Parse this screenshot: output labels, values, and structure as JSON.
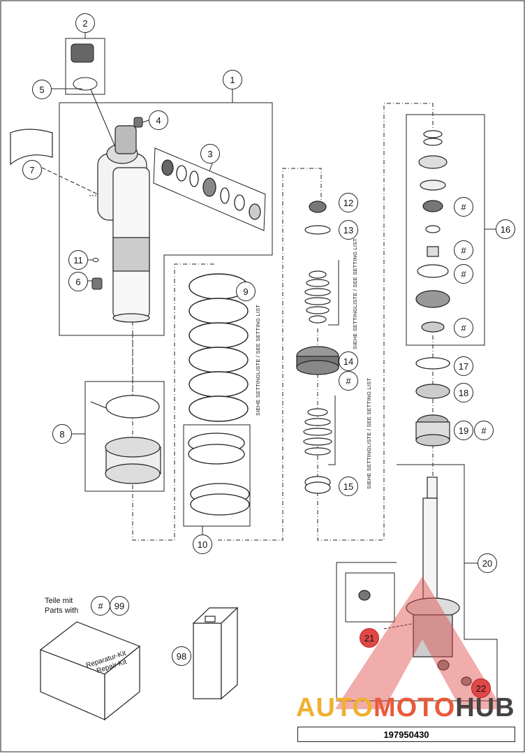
{
  "callouts": {
    "c1": "1",
    "c2": "2",
    "c3": "3",
    "c4": "4",
    "c5": "5",
    "c6": "6",
    "c7": "7",
    "c8": "8",
    "c9": "9",
    "c10": "10",
    "c11": "11",
    "c12": "12",
    "c13": "13",
    "c14": "14",
    "c15": "15",
    "c16": "16",
    "c17": "17",
    "c18": "18",
    "c19": "19",
    "c20": "20",
    "c21": "21",
    "c22": "22",
    "c98": "98",
    "c99": "99"
  },
  "hash_mark": "#",
  "setting_list_label": "SIEHE SETTINGLISTE / SEE SETTING LIST",
  "note": {
    "line1": "Teile mit",
    "line2": "Parts with"
  },
  "kit_labels": {
    "line1": "Reparatur-Kit",
    "line2": "Repair-Kit"
  },
  "part_number": "197950430",
  "watermark": {
    "part1": "AUTO",
    "part2": "MOTO",
    "part3": "HUB"
  },
  "colors": {
    "line": "#222222",
    "watermark_red": "#e04848",
    "watermark_orange": "#f0b030"
  }
}
